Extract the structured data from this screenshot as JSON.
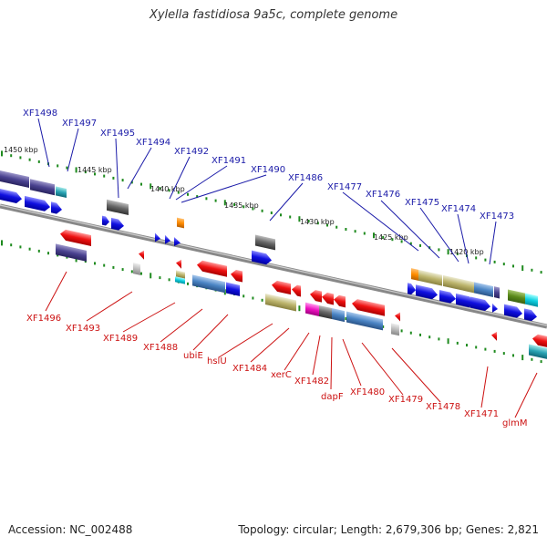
{
  "title": "Xylella fastidiosa 9a5c, complete genome",
  "footer": {
    "accession_label": "Accession:",
    "accession": "NC_002488",
    "topology_label": "Topology:",
    "topology": "circular",
    "length_label": "Length:",
    "length": "2,679,306 bp",
    "genes_label": "Genes:",
    "genes": "2,821"
  },
  "colors": {
    "forward_label": "#1a1aa8",
    "reverse_label": "#cc1111",
    "backbone": "#888888",
    "tick": "#1e8a1e",
    "forward_gene": "#1010e0",
    "reverse_gene": "#ee1111"
  },
  "scale": {
    "ticks": [
      "1450 kbp",
      "1445 kbp",
      "1440 kbp",
      "1435 kbp",
      "1430 kbp",
      "1425 kbp",
      "1420 kbp"
    ]
  },
  "forward_genes": [
    "XF1498",
    "XF1497",
    "XF1495",
    "XF1494",
    "XF1492",
    "XF1491",
    "XF1490",
    "XF1486",
    "XF1477",
    "XF1476",
    "XF1475",
    "XF1474",
    "XF1473"
  ],
  "reverse_genes": [
    "XF1496",
    "XF1493",
    "XF1489",
    "XF1488",
    "ubiE",
    "hslU",
    "XF1484",
    "xerC",
    "XF1482",
    "dapF",
    "XF1480",
    "XF1479",
    "XF1478",
    "XF1471",
    "glmM"
  ]
}
